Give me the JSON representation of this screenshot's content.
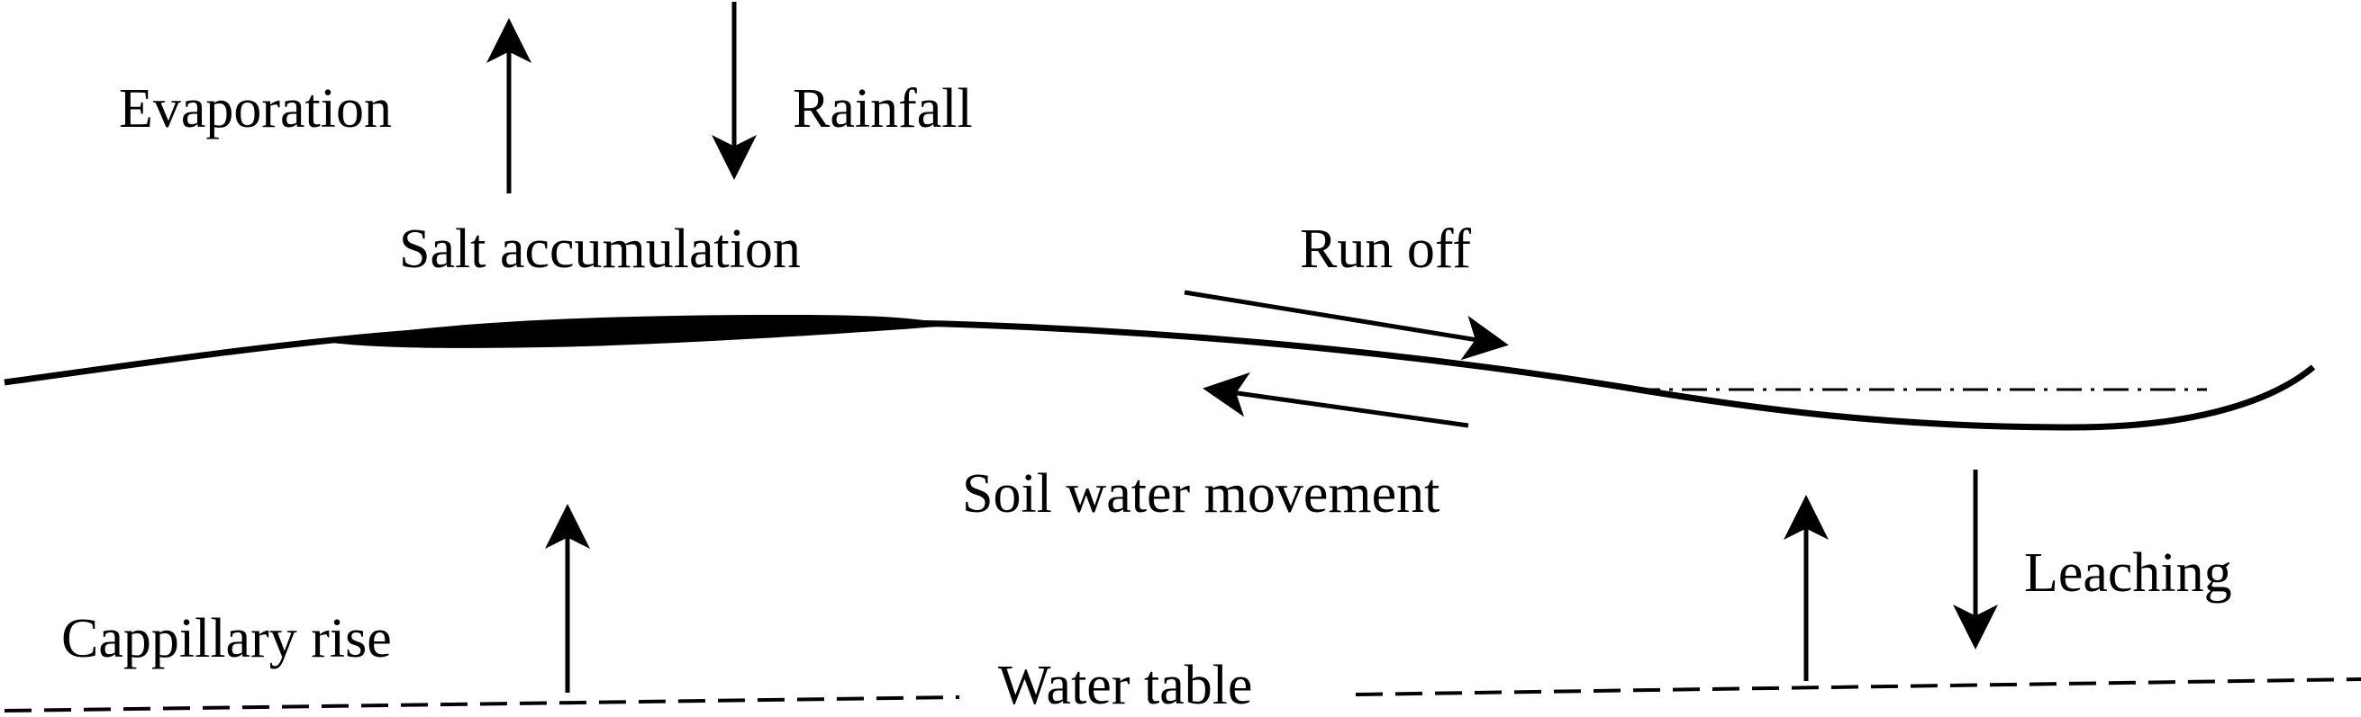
{
  "labels": {
    "evaporation": "Evaporation",
    "rainfall": "Rainfall",
    "salt_accumulation": "Salt accumulation",
    "run_off": "Run off",
    "soil_water_movement": "Soil water movement",
    "leaching": "Leaching",
    "capillary_rise": "Cappillary rise",
    "water_table": "Water table"
  },
  "colors": {
    "ink": "#000000",
    "background": "#ffffff"
  }
}
